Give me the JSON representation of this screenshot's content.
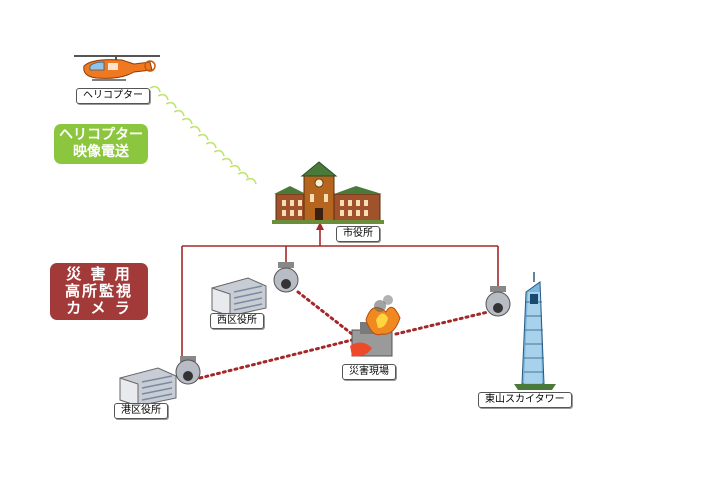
{
  "labels": {
    "helicopter": "ヘリコプター",
    "city_hall": "市役所",
    "nishi_ward": "西区役所",
    "disaster_site": "災害現場",
    "minato_ward": "港区役所",
    "tower": "東山スカイタワー"
  },
  "tags": {
    "heli_video": {
      "line1": "ヘリコプター",
      "line2": "映像電送",
      "color": "#8cc63f"
    },
    "disaster_camera": {
      "line1": "災 害 用",
      "line2": "高所監視",
      "line3": "カ メ ラ",
      "color": "#a33a3a"
    }
  },
  "colors": {
    "network_line": "#a3282a",
    "camera_link": "#a3282a",
    "radio_wave": "#c8e66a"
  }
}
